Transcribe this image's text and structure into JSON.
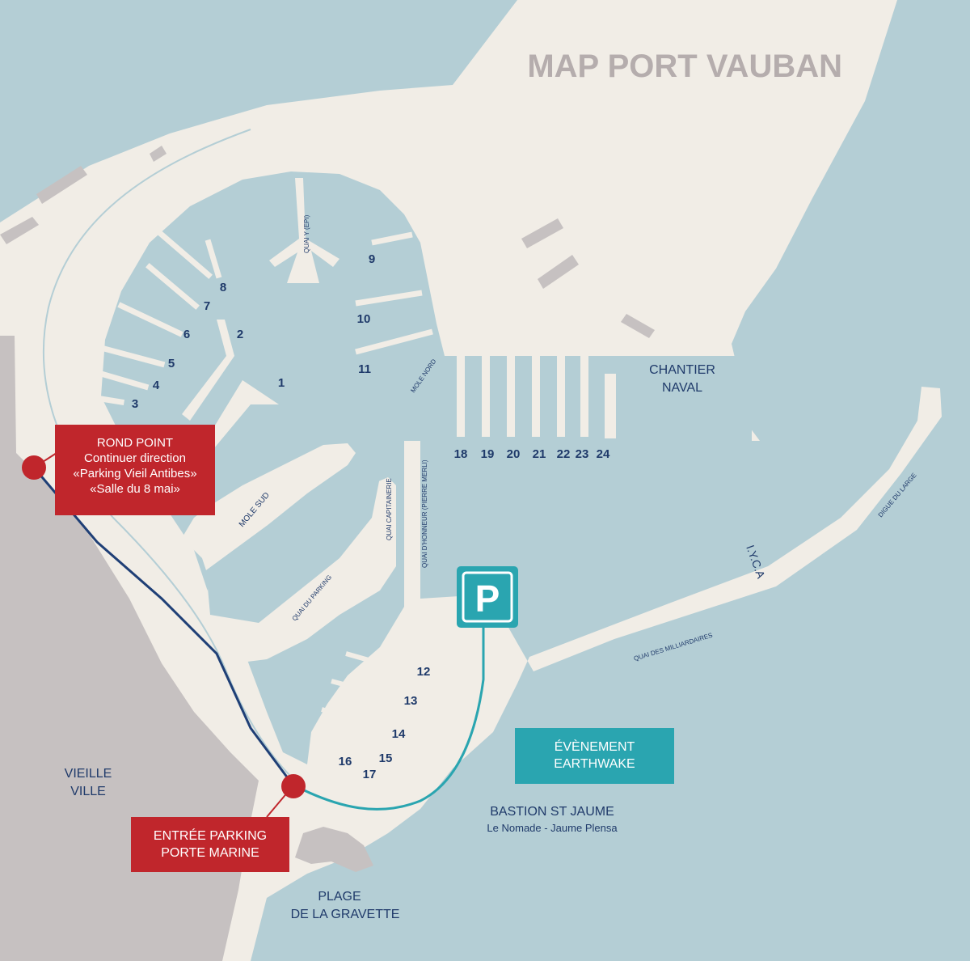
{
  "title": "MAP PORT VAUBAN",
  "colors": {
    "water": "#b4ced5",
    "land": "#f1ede6",
    "old_town": "#c6c1c1",
    "callout_red": "#c0262c",
    "route_blue": "#1f3f76",
    "route_teal": "#2aa5b0",
    "text_navy": "#1f3a6a",
    "title_grey": "#b5adad"
  },
  "berths": [
    "1",
    "2",
    "3",
    "4",
    "5",
    "6",
    "7",
    "8",
    "9",
    "10",
    "11",
    "12",
    "13",
    "14",
    "15",
    "16",
    "17",
    "18",
    "19",
    "20",
    "21",
    "22",
    "23",
    "24"
  ],
  "quays": {
    "quai_y": "QUAI Y (EPI)",
    "mole_nord": "MOLE NORD",
    "mole_sud": "MOLE SUD",
    "quai_capitainerie": "QUAI CAPITAINERIE",
    "quai_honneur": "QUAI D'HONNEUR (PIERRE MERLI)",
    "quai_parking": "QUAI DU PARKING",
    "quai_milliardaires": "QUAI DES MILLIARDAIRES",
    "digue_large": "DIGUE DU LARGE",
    "iyca": "I.Y.C.A"
  },
  "places": {
    "chantier_line1": "CHANTIER",
    "chantier_line2": "NAVAL",
    "vieille_line1": "VIEILLE",
    "vieille_line2": "VILLE",
    "bastion_title": "BASTION ST JAUME",
    "bastion_sub": "Le Nomade - Jaume Plensa",
    "plage_line1": "PLAGE",
    "plage_line2": "DE LA GRAVETTE"
  },
  "callouts": {
    "rond_point": {
      "line1": "ROND POINT",
      "line2": "Continuer direction",
      "line3": "«Parking Vieil Antibes»",
      "line4": "«Salle du 8 mai»"
    },
    "entree_parking": {
      "line1": "ENTRÉE PARKING",
      "line2": "PORTE MARINE"
    },
    "evenement": {
      "line1": "ÉVÈNEMENT",
      "line2": "EARTHWAKE"
    }
  },
  "parking_sign": "P",
  "icons": [
    "parking-icon",
    "waypoint-marker-icon"
  ]
}
